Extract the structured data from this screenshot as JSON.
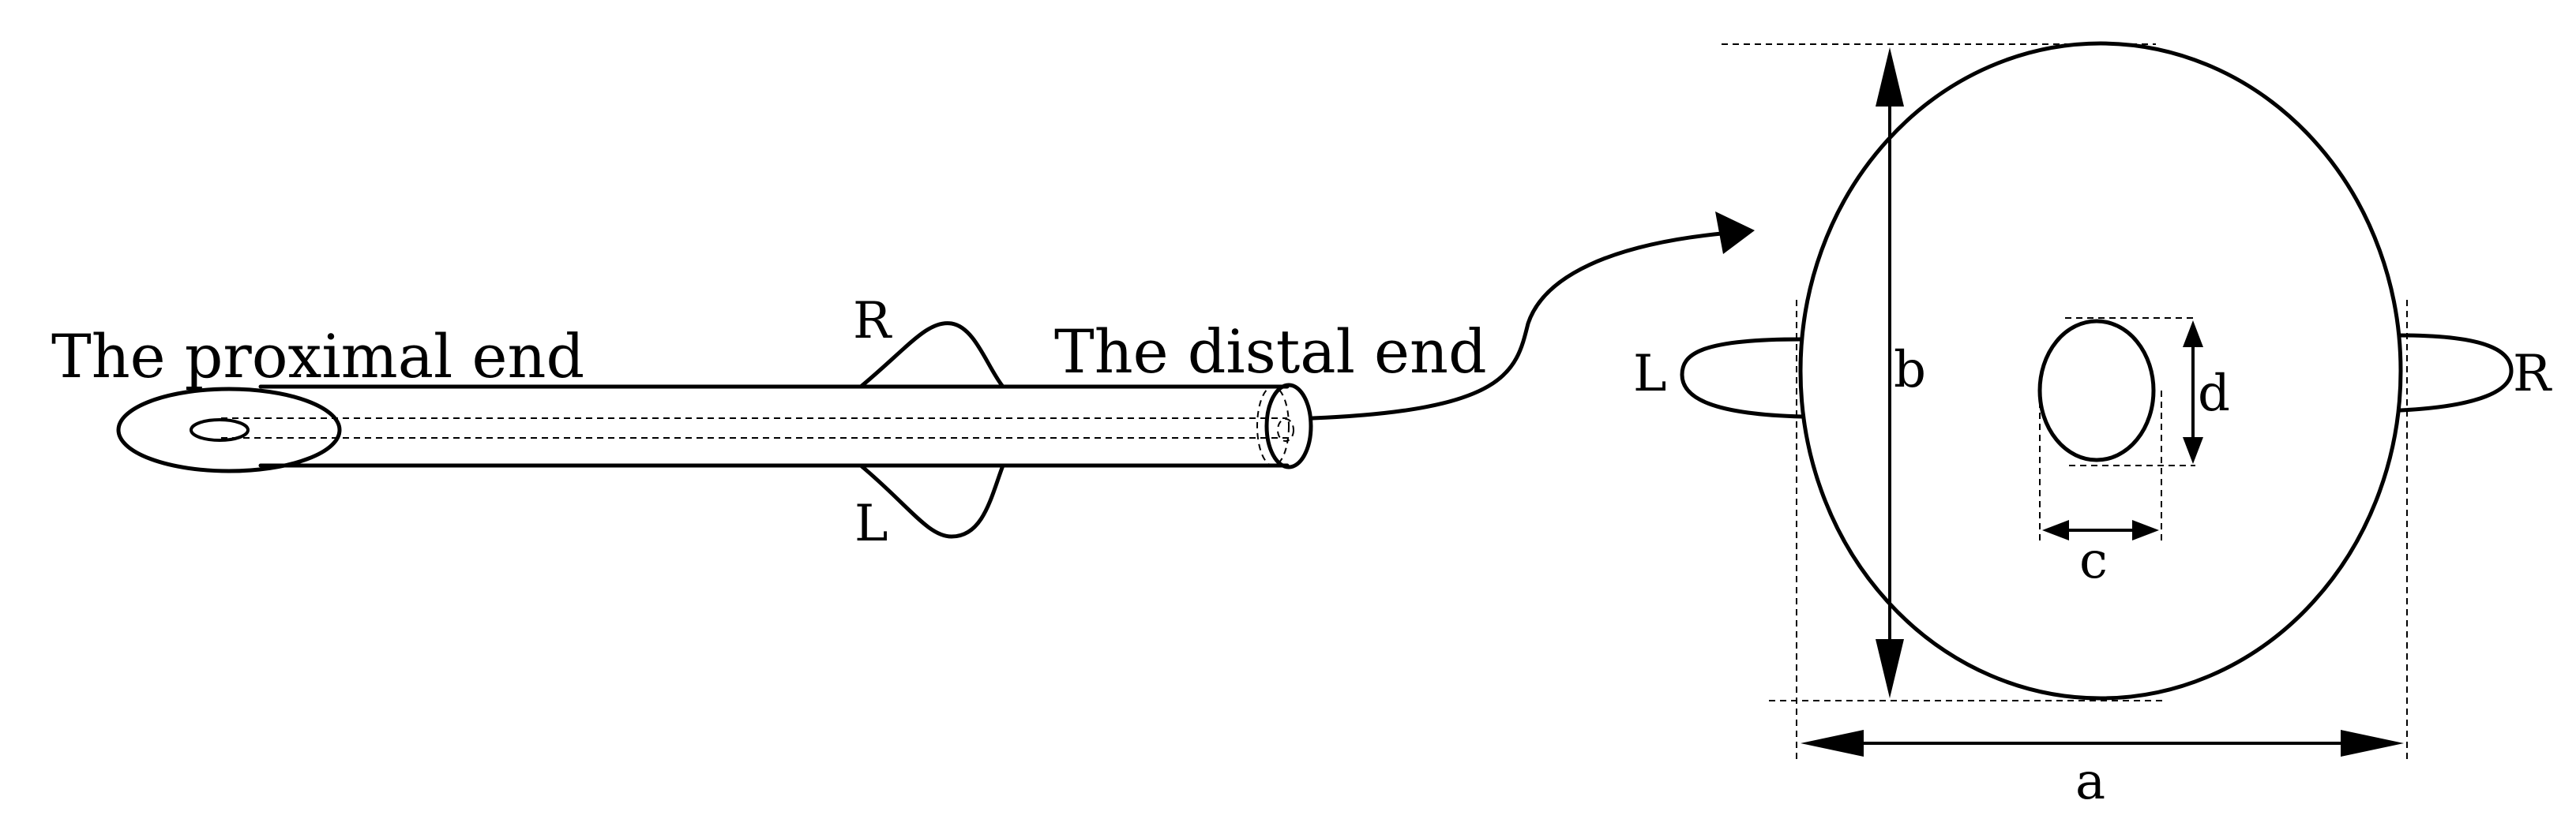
{
  "labels": {
    "proximal_end": "The proximal end",
    "distal_end": "The distal end",
    "upper_wing": "R",
    "lower_wing": "L",
    "cross_left": "L",
    "cross_right": "R",
    "dim_a": "a",
    "dim_b": "b",
    "dim_c": "c",
    "dim_d": "d"
  },
  "colors": {
    "ink": "#000000",
    "background": "#ffffff"
  }
}
